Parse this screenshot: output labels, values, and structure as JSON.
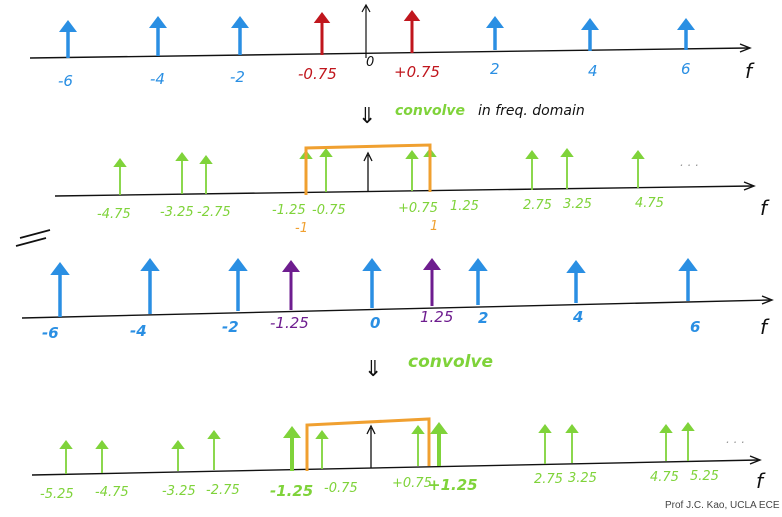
{
  "colors": {
    "blue": "#2a8fe3",
    "red": "#c0161d",
    "green": "#7fd33a",
    "purple": "#6e1d8f",
    "orange": "#f0a030",
    "ink": "#111111"
  },
  "axis_symbol": "f",
  "equivalence_mark": "=",
  "row1": {
    "labels": [
      {
        "text": "-6",
        "color": "blue"
      },
      {
        "text": "-4",
        "color": "blue"
      },
      {
        "text": "-2",
        "color": "blue"
      },
      {
        "text": "-0.75",
        "color": "red"
      },
      {
        "text": "0",
        "color": "ink"
      },
      {
        "text": "+0.75",
        "color": "red"
      },
      {
        "text": "2",
        "color": "blue"
      },
      {
        "text": "4",
        "color": "blue"
      },
      {
        "text": "6",
        "color": "blue"
      }
    ]
  },
  "step1": {
    "arrow": "⇓",
    "highlight": "convolve",
    "rest": "in freq. domain"
  },
  "row2": {
    "labels": [
      {
        "text": "-4.75",
        "color": "green"
      },
      {
        "text": "-3.25",
        "color": "green"
      },
      {
        "text": "-2.75",
        "color": "green"
      },
      {
        "text": "-1.25",
        "color": "green"
      },
      {
        "text": "-0.75",
        "color": "green"
      },
      {
        "text": "+0.75",
        "color": "green"
      },
      {
        "text": "1.25",
        "color": "green"
      },
      {
        "text": "2.75",
        "color": "green"
      },
      {
        "text": "3.25",
        "color": "green"
      },
      {
        "text": "4.75",
        "color": "green"
      }
    ],
    "box_labels": [
      {
        "text": "-1",
        "color": "orange"
      },
      {
        "text": "1",
        "color": "orange"
      }
    ],
    "ellipsis": ". . ."
  },
  "row3": {
    "labels": [
      {
        "text": "-6",
        "color": "blue"
      },
      {
        "text": "-4",
        "color": "blue"
      },
      {
        "text": "-2",
        "color": "blue"
      },
      {
        "text": "-1.25",
        "color": "purple"
      },
      {
        "text": "0",
        "color": "blue"
      },
      {
        "text": "1.25",
        "color": "purple"
      },
      {
        "text": "2",
        "color": "blue"
      },
      {
        "text": "4",
        "color": "blue"
      },
      {
        "text": "6",
        "color": "blue"
      }
    ]
  },
  "step2": {
    "arrow": "⇓",
    "highlight": "convolve"
  },
  "row4": {
    "labels": [
      {
        "text": "-5.25",
        "color": "green"
      },
      {
        "text": "-4.75",
        "color": "green"
      },
      {
        "text": "-3.25",
        "color": "green"
      },
      {
        "text": "-2.75",
        "color": "green"
      },
      {
        "text": "-1.25",
        "color": "green"
      },
      {
        "text": "-0.75",
        "color": "green"
      },
      {
        "text": "+0.75",
        "color": "green"
      },
      {
        "text": "+1.25",
        "color": "green"
      },
      {
        "text": "2.75",
        "color": "green"
      },
      {
        "text": "3.25",
        "color": "green"
      },
      {
        "text": "4.75",
        "color": "green"
      },
      {
        "text": "5.25",
        "color": "green"
      }
    ],
    "ellipsis": ". . ."
  },
  "credit": "Prof J.C. Kao, UCLA ECE"
}
